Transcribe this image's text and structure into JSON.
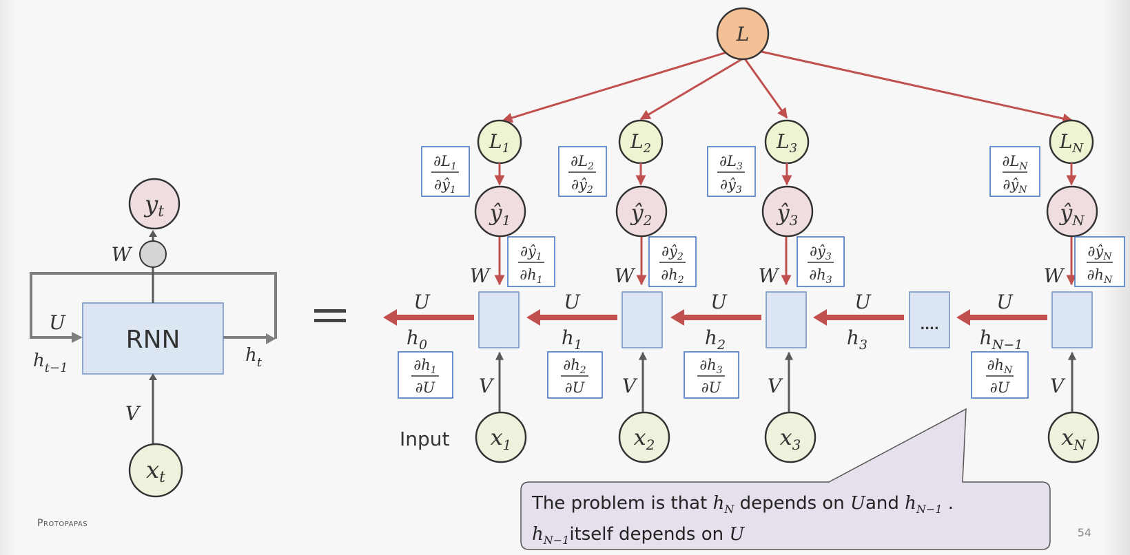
{
  "left_diagram": {
    "cell_label": "RNN",
    "output_node": "y_t",
    "input_node": "x_t",
    "weight_out": "W",
    "weight_recurrent": "U",
    "weight_in": "V",
    "h_prev": "h_{t−1}",
    "h_next": "h_t"
  },
  "equals": "=",
  "unrolled": {
    "loss_node": "L",
    "input_label": "Input",
    "ellipsis": "....",
    "timesteps": [
      "1",
      "2",
      "3",
      "N"
    ],
    "hidden_labels": [
      "h_0",
      "h_1",
      "h_2",
      "h_3",
      "h_{N−1}"
    ],
    "weight_W": "W",
    "weight_U": "U",
    "weight_V": "V"
  },
  "callout": {
    "line1_prefix": "The problem is that ",
    "line1_hN": "h",
    "line1_hN_sub": "N",
    "line1_mid": " depends on ",
    "line1_U": "U",
    "line1_and": "and ",
    "line1_hN1": "h",
    "line1_hN1_sub": "N−1",
    "line1_end": " .",
    "line2_hN1": "h",
    "line2_hN1_sub": "N−1",
    "line2_mid": "itself depends on ",
    "line2_U": "U"
  },
  "footer": "Protopapas",
  "page_number": "54",
  "colors": {
    "loss": "#f4c197",
    "sub_loss": "#f0f3d2",
    "prediction": "#f0dde0",
    "input": "#eef2dc",
    "cell": "#dce6f3",
    "cell_border": "#6f90c4",
    "arrow_red": "#c0504d",
    "arrow_gray": "#595959",
    "box_border": "#3a6fc0",
    "callout_fill": "#e6e0ec"
  }
}
